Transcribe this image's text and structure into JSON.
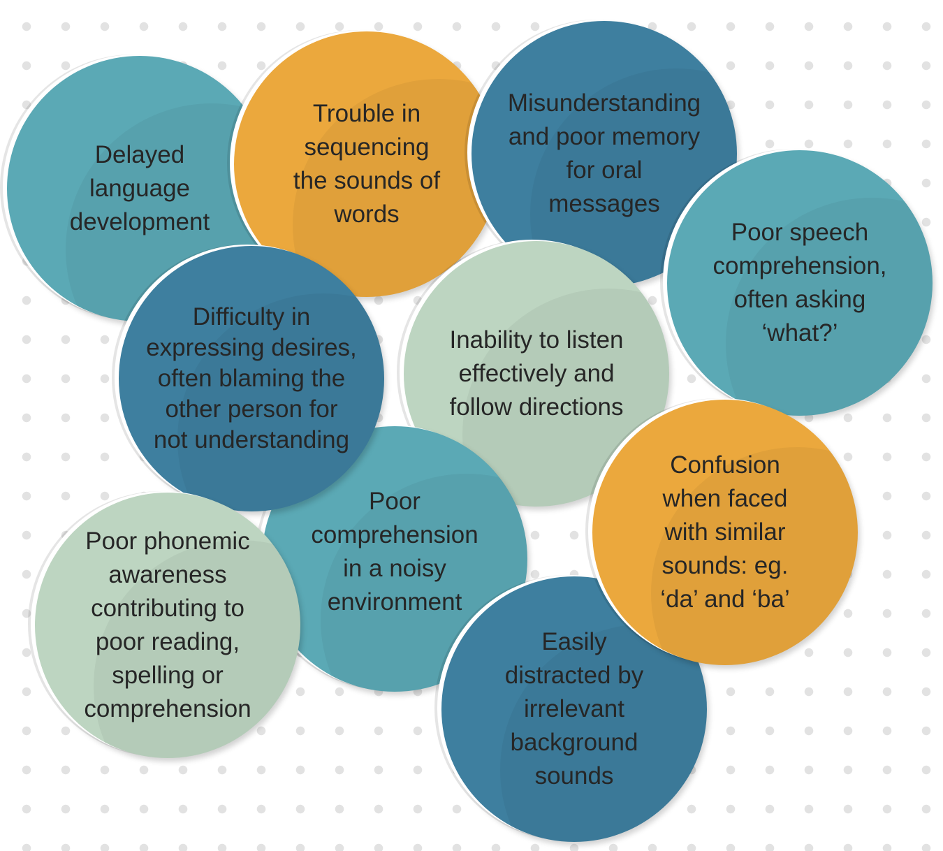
{
  "colors": {
    "teal": "#5ba9b5",
    "orange": "#eba83d",
    "blue": "#3e7f9f",
    "mint": "#bdd5c1"
  },
  "nodes": [
    {
      "id": "delayed",
      "lines": [
        "Delayed",
        "language",
        "development"
      ]
    },
    {
      "id": "sequencing",
      "lines": [
        "Trouble in",
        "sequencing",
        "the sounds of",
        "words"
      ]
    },
    {
      "id": "memory",
      "lines": [
        "Misunderstanding",
        "and poor memory",
        "for oral",
        "messages"
      ]
    },
    {
      "id": "speech",
      "lines": [
        "Poor speech",
        "comprehension,",
        "often asking",
        "‘what?’"
      ]
    },
    {
      "id": "listen",
      "lines": [
        "Inability to listen",
        "effectively and",
        "follow directions"
      ]
    },
    {
      "id": "desires",
      "lines": [
        "Difficulty in",
        "expressing desires,",
        "often blaming the",
        "other person for",
        "not understanding"
      ]
    },
    {
      "id": "confusion",
      "lines": [
        "Confusion",
        "when faced",
        "with similar",
        "sounds: eg.",
        "‘da’ and ‘ba’"
      ]
    },
    {
      "id": "noisy",
      "lines": [
        "Poor",
        "comprehension",
        "in a noisy",
        "environment"
      ]
    },
    {
      "id": "distracted",
      "lines": [
        "Easily",
        "distracted by",
        "irrelevant",
        "background",
        "sounds"
      ]
    },
    {
      "id": "phonemic",
      "lines": [
        "Poor phonemic",
        "awareness",
        "contributing to",
        "poor reading,",
        "spelling or",
        "comprehension"
      ]
    }
  ]
}
